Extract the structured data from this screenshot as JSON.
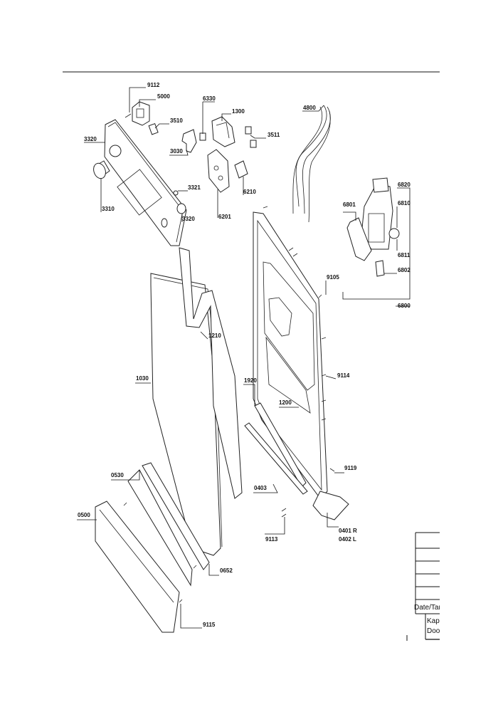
{
  "parts": [
    {
      "code": "9112"
    },
    {
      "code": "5000"
    },
    {
      "code": "6330"
    },
    {
      "code": "1300"
    },
    {
      "code": "4800"
    },
    {
      "code": "3510"
    },
    {
      "code": "3511"
    },
    {
      "code": "3320"
    },
    {
      "code": "3030"
    },
    {
      "code": "3321"
    },
    {
      "code": "6210"
    },
    {
      "code": "3310"
    },
    {
      "code": "3320"
    },
    {
      "code": "6201"
    },
    {
      "code": "6820"
    },
    {
      "code": "6801"
    },
    {
      "code": "6810"
    },
    {
      "code": "6811"
    },
    {
      "code": "6802"
    },
    {
      "code": "9105"
    },
    {
      "code": "6800"
    },
    {
      "code": "1210"
    },
    {
      "code": "1030"
    },
    {
      "code": "1920"
    },
    {
      "code": "9114"
    },
    {
      "code": "1200"
    },
    {
      "code": "0530"
    },
    {
      "code": "9119"
    },
    {
      "code": "0403"
    },
    {
      "code": "0500"
    },
    {
      "code": "9113"
    },
    {
      "code": "0401 R"
    },
    {
      "code": "0402 L"
    },
    {
      "code": "0652"
    },
    {
      "code": "9115"
    }
  ],
  "title_block": {
    "date_label": "Date/Tarih",
    "line1": "Kapi",
    "line2": "Door"
  }
}
